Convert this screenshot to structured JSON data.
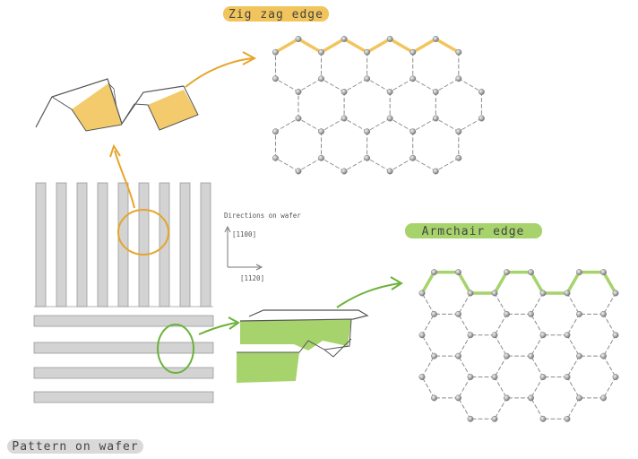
{
  "labels": {
    "zigzag_edge": "Zig zag edge",
    "armchair_edge": "Armchair edge",
    "pattern_on_wafer": "Pattern on wafer",
    "directions_on_wafer": "Directions on wafer",
    "dir_vertical": "[1100]",
    "dir_horizontal": "[1120]"
  },
  "colors": {
    "zigzag_accent": "#f2c55c",
    "zigzag_arrow": "#e6a52a",
    "armchair_accent": "#a7d36c",
    "armchair_arrow": "#6bb23a",
    "stripe_fill": "#d3d3d3",
    "stripe_stroke": "#9a9a9a",
    "label_bg_gray": "#d9d9d9",
    "lattice_line": "#8a8a8a",
    "atom": "#a0a0a0"
  }
}
